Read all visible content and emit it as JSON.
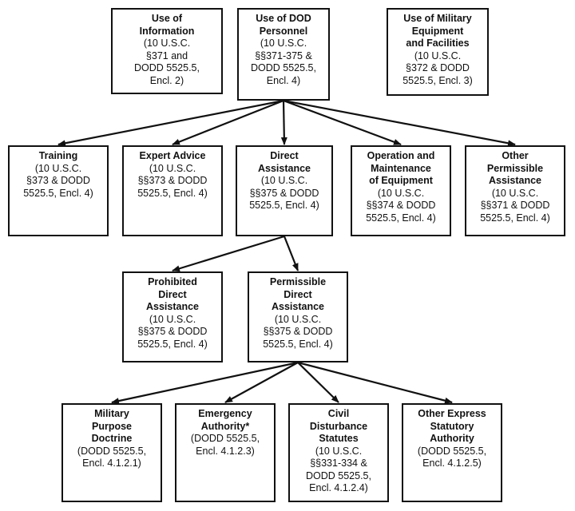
{
  "nodes": {
    "use_of_information": {
      "title": [
        "Use of",
        "Information"
      ],
      "cite": [
        "(10 U.S.C.",
        "§371 and",
        "DODD 5525.5,",
        "Encl. 2)"
      ]
    },
    "use_of_dod_personnel": {
      "title": [
        "Use of DOD",
        "Personnel"
      ],
      "cite": [
        "(10 U.S.C.",
        "§§371-375 &",
        "DODD 5525.5,",
        "Encl. 4)"
      ]
    },
    "use_of_military_equipment": {
      "title": [
        "Use of Military",
        "Equipment",
        "and Facilities"
      ],
      "cite": [
        "(10 U.S.C.",
        "§372 & DODD",
        "5525.5, Encl. 3)"
      ]
    },
    "training": {
      "title": [
        "Training"
      ],
      "cite": [
        "(10 U.S.C.",
        "§373 & DODD",
        "5525.5, Encl. 4)"
      ]
    },
    "expert_advice": {
      "title": [
        "Expert Advice"
      ],
      "cite": [
        "(10 U.S.C.",
        "§§373 & DODD",
        "5525.5, Encl. 4)"
      ]
    },
    "direct_assistance": {
      "title": [
        "Direct",
        "Assistance"
      ],
      "cite": [
        "(10 U.S.C.",
        "§§375 & DODD",
        "5525.5, Encl. 4)"
      ]
    },
    "operation_maintenance": {
      "title": [
        "Operation and",
        "Maintenance",
        "of Equipment"
      ],
      "cite": [
        "(10 U.S.C.",
        "§§374 & DODD",
        "5525.5, Encl. 4)"
      ]
    },
    "other_permissible": {
      "title": [
        "Other",
        "Permissible",
        "Assistance"
      ],
      "cite": [
        "(10 U.S.C.",
        "§§371 & DODD",
        "5525.5, Encl. 4)"
      ]
    },
    "prohibited_direct": {
      "title": [
        "Prohibited",
        "Direct",
        "Assistance"
      ],
      "cite": [
        "(10 U.S.C.",
        "§§375 &  DODD",
        "5525.5, Encl. 4)"
      ]
    },
    "permissible_direct": {
      "title": [
        "Permissible",
        "Direct",
        "Assistance"
      ],
      "cite": [
        "(10 U.S.C.",
        "§§375 & DODD",
        "5525.5, Encl. 4)"
      ]
    },
    "military_purpose": {
      "title": [
        "Military",
        "Purpose",
        "Doctrine"
      ],
      "cite": [
        "(DODD 5525.5,",
        "Encl. 4.1.2.1)"
      ]
    },
    "emergency_authority": {
      "title": [
        "Emergency",
        "Authority*"
      ],
      "cite": [
        "(DODD 5525.5,",
        "Encl. 4.1.2.3)"
      ]
    },
    "civil_disturbance": {
      "title": [
        "Civil",
        "Disturbance",
        "Statutes"
      ],
      "cite": [
        "(10 U.S.C.",
        "§§331-334 &",
        "DODD 5525.5,",
        "Encl. 4.1.2.4)"
      ]
    },
    "other_express": {
      "title": [
        "Other Express",
        "Statutory",
        "Authority"
      ],
      "cite": [
        "(DODD 5525.5,",
        "Encl. 4.1.2.5)"
      ]
    }
  },
  "edges": [
    [
      "use_of_dod_personnel",
      "training"
    ],
    [
      "use_of_dod_personnel",
      "expert_advice"
    ],
    [
      "use_of_dod_personnel",
      "direct_assistance"
    ],
    [
      "use_of_dod_personnel",
      "operation_maintenance"
    ],
    [
      "use_of_dod_personnel",
      "other_permissible"
    ],
    [
      "direct_assistance",
      "prohibited_direct"
    ],
    [
      "direct_assistance",
      "permissible_direct"
    ],
    [
      "permissible_direct",
      "military_purpose"
    ],
    [
      "permissible_direct",
      "emergency_authority"
    ],
    [
      "permissible_direct",
      "civil_disturbance"
    ],
    [
      "permissible_direct",
      "other_express"
    ]
  ]
}
